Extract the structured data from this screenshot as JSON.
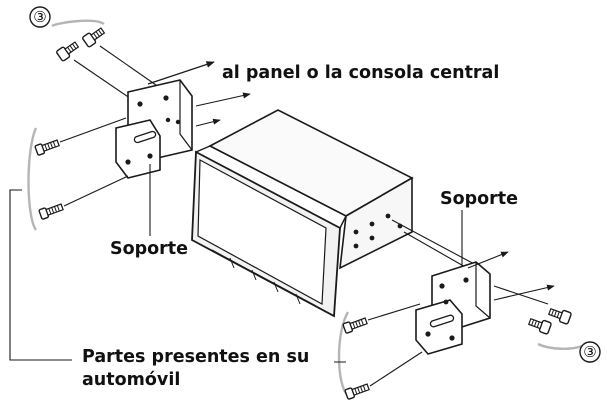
{
  "labels": {
    "callout_top_left": "③",
    "panel_label": "al panel o la consola central",
    "bracket_left": "Soporte",
    "bracket_right": "Soporte",
    "parts_line1": "Partes presentes en su",
    "parts_line2": "automóvil",
    "callout_bottom_right": "③"
  },
  "colors": {
    "line": "#1a1a1a",
    "bracket_curve": "#b5b5b5",
    "unit_front": "#f2f2f2",
    "unit_side": "#f7f7f7"
  }
}
